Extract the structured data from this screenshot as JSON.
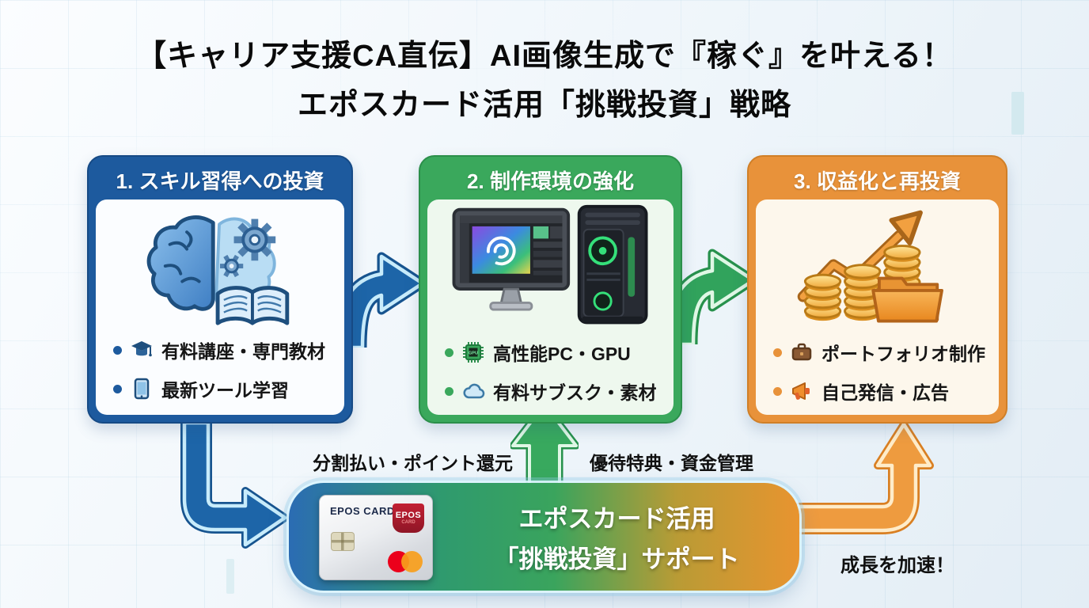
{
  "title": {
    "line1": "【キャリア支援CA直伝】AI画像生成で『稼ぐ』を叶える！",
    "line2": "エポスカード活用「挑戦投資」戦略"
  },
  "boxes": [
    {
      "header": "1. スキル習得への投資",
      "accent_color": "#1d5a9e",
      "illustration": "brain-gears-book",
      "items": [
        {
          "icon": "graduation-cap-icon",
          "label": "有料講座・専門教材"
        },
        {
          "icon": "tablet-icon",
          "label": "最新ツール学習"
        }
      ]
    },
    {
      "header": "2. 制作環境の強化",
      "accent_color": "#3aa85c",
      "illustration": "pc-workstation",
      "items": [
        {
          "icon": "gpu-chip-icon",
          "label": "高性能PC・GPU"
        },
        {
          "icon": "cloud-icon",
          "label": "有料サブスク・素材"
        }
      ]
    },
    {
      "header": "3. 収益化と再投資",
      "accent_color": "#e8923a",
      "illustration": "coins-folder-growth-arrow",
      "items": [
        {
          "icon": "briefcase-icon",
          "label": "ポートフォリオ制作"
        },
        {
          "icon": "megaphone-icon",
          "label": "自己発信・広告"
        }
      ]
    }
  ],
  "connector_notes": {
    "left": "分割払い・ポイント還元",
    "right": "優待特典・資金管理",
    "growth": "成長を加速！"
  },
  "banner": {
    "line1": "エポスカード活用",
    "line2": "「挑戦投資」サポート"
  },
  "card": {
    "brand": "EPOS CARD",
    "logo_line1": "EPOS",
    "logo_line2": "CARD"
  },
  "icons": {
    "gpu_label": "GPU"
  },
  "colors": {
    "step1_blue": "#1d5a9e",
    "step2_green": "#3aa85c",
    "step3_orange": "#e8923a",
    "banner_gradient": [
      "#2b6cb3",
      "#2f9a6e",
      "#3aa45d",
      "#e8942f"
    ],
    "background": "#eef5fa",
    "title_text": "#0a0a0a"
  }
}
